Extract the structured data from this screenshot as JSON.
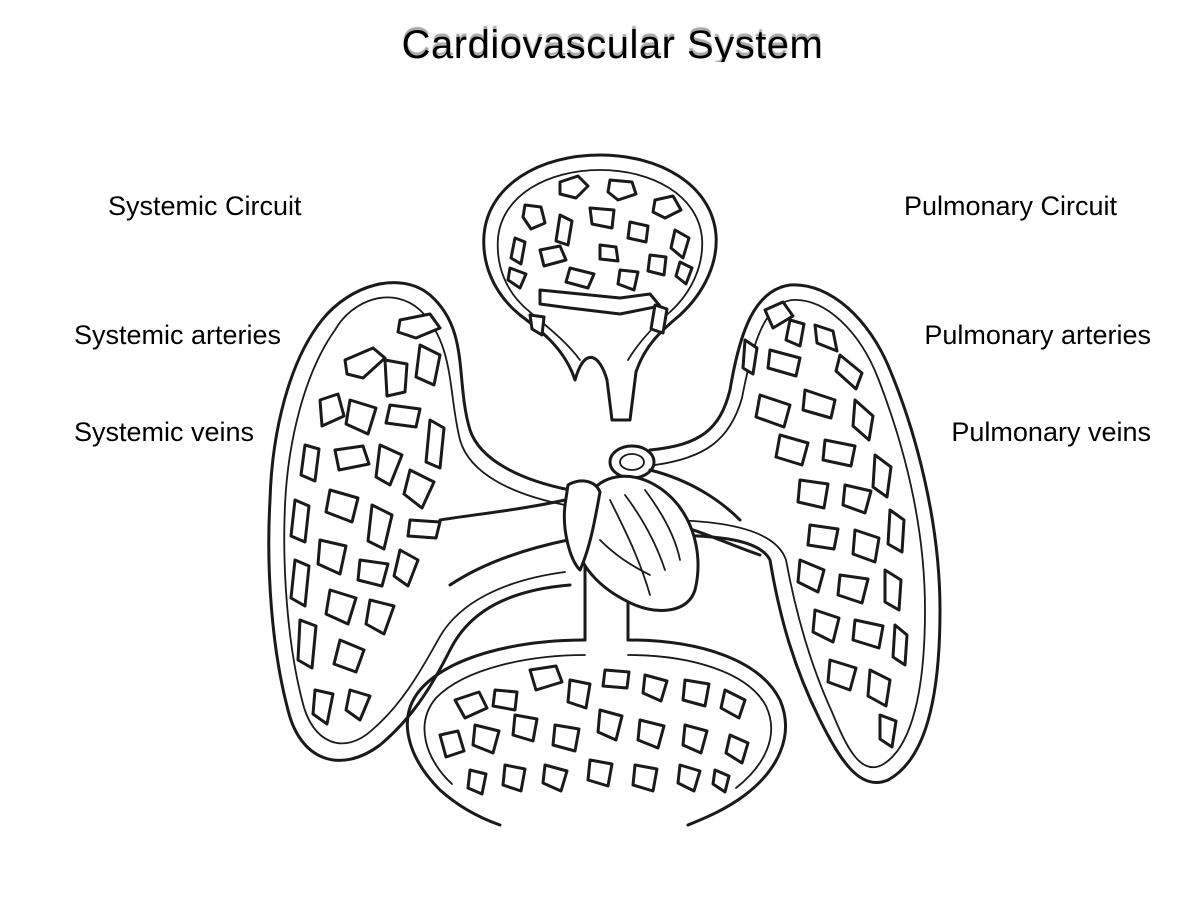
{
  "title": "Cardiovascular System",
  "labels": {
    "systemic_circuit": "Systemic Circuit",
    "systemic_arteries": "Systemic arteries",
    "systemic_veins": "Systemic veins",
    "pulmonary_circuit": "Pulmonary Circuit",
    "pulmonary_arteries": "Pulmonary arteries",
    "pulmonary_veins": "Pulmonary veins"
  },
  "colors": {
    "line": "#1a1a1a",
    "background": "#ffffff"
  }
}
